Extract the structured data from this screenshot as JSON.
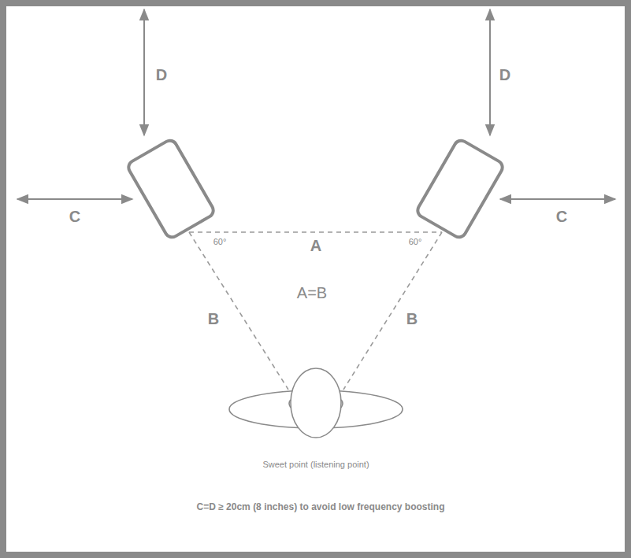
{
  "diagram": {
    "labels": [
      "D",
      "D",
      "C",
      "C",
      "60°",
      "A",
      "60°",
      "A=B",
      "B",
      "B",
      "Sweet point (listening point)",
      "C=D ≥ 20cm (8 inches) to avoid low frequency boosting"
    ]
  }
}
